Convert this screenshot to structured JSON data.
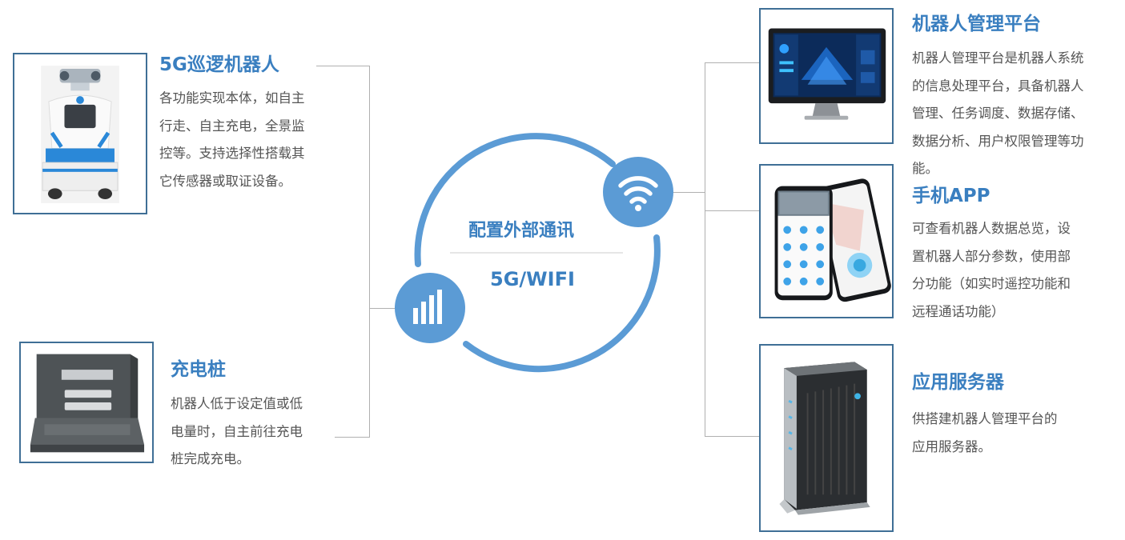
{
  "center": {
    "title": "配置外部通讯",
    "subtitle": "5G/WIFI",
    "icons": {
      "top": "wifi-icon",
      "bottom": "signal-bars-icon"
    },
    "accent": "#5b9bd5"
  },
  "left_nodes": [
    {
      "key": "robot",
      "title": "5G巡逻机器人",
      "lines": [
        "各功能实现本体，如自主",
        "行走、自主充电，全景监",
        "控等。支持选择性搭载其",
        "它传感器或取证设备。"
      ],
      "icon": "patrol-robot-image"
    },
    {
      "key": "charger",
      "title": "充电桩",
      "lines": [
        "机器人低于设定值或低",
        "电量时，自主前往充电",
        "桩完成充电。"
      ],
      "icon": "charging-station-image"
    }
  ],
  "right_nodes": [
    {
      "key": "platform",
      "title": "机器人管理平台",
      "lines": [
        "机器人管理平台是机器人系统",
        "的信息处理平台，具备机器人",
        "管理、任务调度、数据存储、",
        "数据分析、用户权限管理等功",
        "能。"
      ],
      "icon": "monitor-dashboard-image"
    },
    {
      "key": "app",
      "title": "手机APP",
      "lines": [
        "可查看机器人数据总览，设",
        "置机器人部分参数，使用部",
        "分功能（如实时遥控功能和",
        "远程通话功能）"
      ],
      "icon": "smartphone-app-image"
    },
    {
      "key": "server",
      "title": "应用服务器",
      "lines": [
        "供搭建机器人管理平台的",
        "应用服务器。"
      ],
      "icon": "server-tower-image"
    }
  ],
  "colors": {
    "title": "#3a7fc0",
    "frame": "#3f6f96",
    "connector": "#b0b0b0",
    "text": "#555555"
  }
}
